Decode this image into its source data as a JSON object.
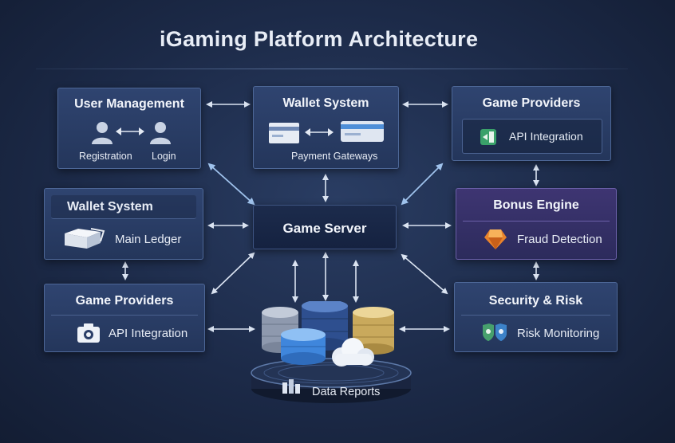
{
  "title": "iGaming Platform Architecture",
  "boxes": {
    "user_management": {
      "title": "User Management",
      "left_label": "Registration",
      "right_label": "Login"
    },
    "wallet_top": {
      "title": "Wallet System",
      "sub_label": "Payment Gateways"
    },
    "providers_top": {
      "title": "Game Providers",
      "sub_label": "API Integration"
    },
    "wallet_left": {
      "title": "Wallet System",
      "sub_label": "Main Ledger"
    },
    "game_server": {
      "title": "Game Server"
    },
    "bonus_engine": {
      "title": "Bonus Engine",
      "sub_label": "Fraud Detection"
    },
    "providers_bottom": {
      "title": "Game Providers",
      "sub_label": "API Integration"
    },
    "security": {
      "title": "Security & Risk",
      "sub_label": "Risk Monitoring"
    },
    "database": {
      "label": "Data Reports"
    }
  },
  "colors": {
    "background": "#1c2a48",
    "box": "#2a3e68",
    "box_border": "#4d6797",
    "accent_purple": "#3e3572",
    "arrow": "#dbe4f2",
    "arrow_diagonal": "#9fc2ec",
    "cylinder_blue": "#4a8fe0",
    "cylinder_gray": "#a9b4c8",
    "cylinder_gold": "#e0c27a",
    "fraud_icon": "#e9832c",
    "api_icon": "#3aa16a"
  },
  "icons": [
    "user-icon",
    "card-icon",
    "api-icon",
    "box-icon",
    "camera-icon",
    "gem-icon",
    "shield-icon",
    "database-icon",
    "cloud-icon",
    "report-icon"
  ]
}
